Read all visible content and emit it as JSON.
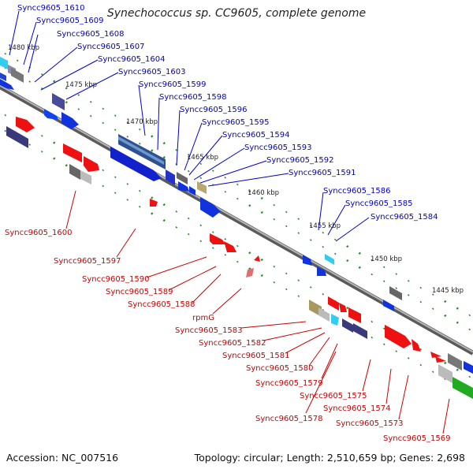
{
  "title": "Synechococcus sp. CC9605, complete genome",
  "footer": {
    "accession": "Accession: NC_007516",
    "topology": "Topology: circular; Length: 2,510,659 bp; Genes: 2,698"
  },
  "colors": {
    "forward_label": "#0000cc",
    "reverse_label": "#cc0000",
    "backbone": "#888888",
    "tick": "#2a8a2a"
  },
  "kbp_markers": [
    "1480 kbp",
    "1475 kbp",
    "1470 kbp",
    "1465 kbp",
    "1460 kbp",
    "1455 kbp",
    "1450 kbp",
    "1445 kbp"
  ],
  "forward_genes": [
    "Syncc9605_1610",
    "Syncc9605_1609",
    "Syncc9605_1608",
    "Syncc9605_1607",
    "Syncc9605_1604",
    "Syncc9605_1603",
    "Syncc9605_1599",
    "Syncc9605_1598",
    "Syncc9605_1596",
    "Syncc9605_1595",
    "Syncc9605_1594",
    "Syncc9605_1593",
    "Syncc9605_1592",
    "Syncc9605_1591",
    "Syncc9605_1586",
    "Syncc9605_1585",
    "Syncc9605_1584"
  ],
  "reverse_genes": [
    "Syncc9605_1600",
    "Syncc9605_1597",
    "Syncc9605_1590",
    "Syncc9605_1589",
    "Syncc9605_1588",
    "rpmG",
    "Syncc9605_1583",
    "Syncc9605_1582",
    "Syncc9605_1581",
    "Syncc9605_1580",
    "Syncc9605_1579",
    "Syncc9605_1578",
    "Syncc9605_1575",
    "Syncc9605_1574",
    "Syncc9605_1573",
    "Syncc9605_1569"
  ]
}
